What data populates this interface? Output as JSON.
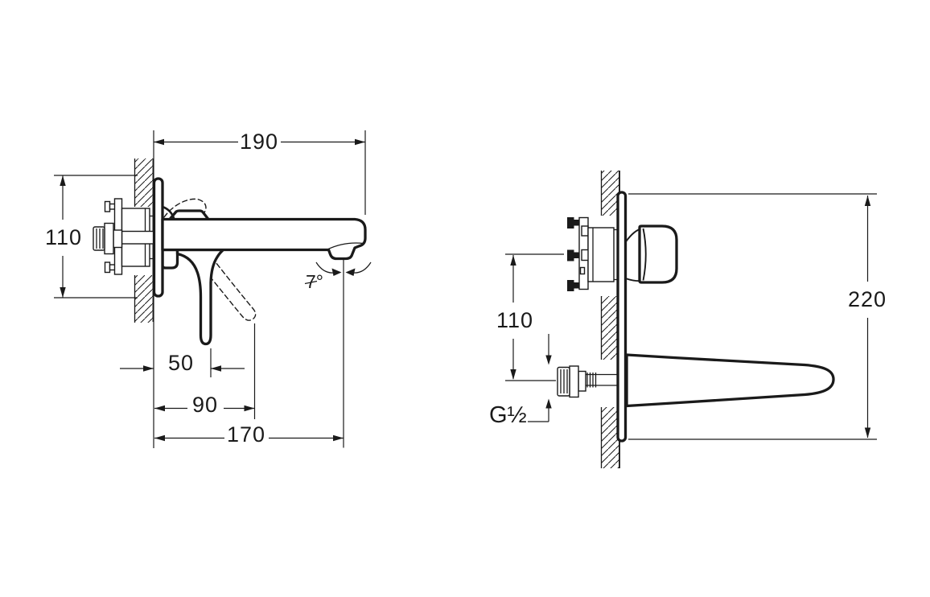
{
  "colors": {
    "ink": "#1a1a1a",
    "paper": "#ffffff"
  },
  "left_view": {
    "dims": {
      "overall_reach": "190",
      "body_height": "110",
      "handle_depth": "50",
      "handle_reach": "90",
      "aerator_reach": "170",
      "swivel_angle": "7°"
    }
  },
  "right_view": {
    "dims": {
      "center_distance": "110",
      "plate_height": "220",
      "connection_thread": "G½"
    }
  }
}
